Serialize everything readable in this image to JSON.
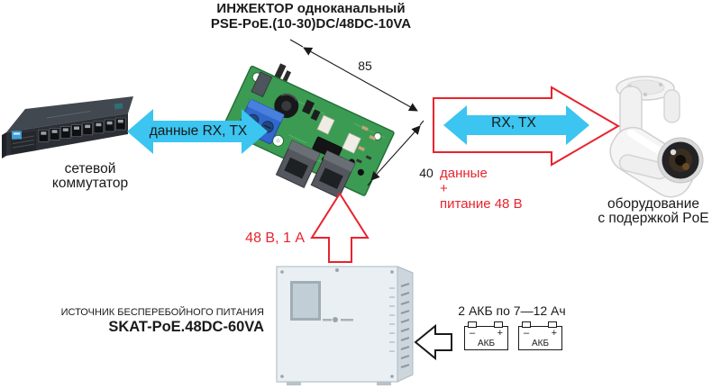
{
  "diagram_title": {
    "line1": "ИНЖЕКТОР одноканальный",
    "line2": "PSE-PoE.(10-30)DC/48DC-10VA"
  },
  "network_switch": {
    "label_line1": "сетевой",
    "label_line2": "коммутатор"
  },
  "injector_board": {
    "dim_length": "85",
    "dim_width": "40"
  },
  "camera": {
    "label_line1": "оборудование",
    "label_line2": "с подержкой PoE"
  },
  "psu": {
    "label_line1": "ИСТОЧНИК БЕСПЕРЕБОЙНОГО ПИТАНИЯ",
    "label_line2": "SKAT-PoE.48DC-60VA"
  },
  "batteries": {
    "caption": "2 АКБ по 7—12 Ач",
    "items": [
      {
        "minus": "–",
        "plus": "+",
        "label": "АКБ"
      },
      {
        "minus": "–",
        "plus": "+",
        "label": "АКБ"
      }
    ]
  },
  "link_switch_injector": {
    "label": "данные RX, TX"
  },
  "link_injector_camera": {
    "label": "RX, TX",
    "note_line1": "данные",
    "note_line2": "+",
    "note_line3": "питание 48 В"
  },
  "link_psu_injector": {
    "label": "48 В, 1 А"
  },
  "colors": {
    "cyan": "#3bc5f0",
    "red": "#e8232e",
    "text": "#1a1a1a"
  }
}
